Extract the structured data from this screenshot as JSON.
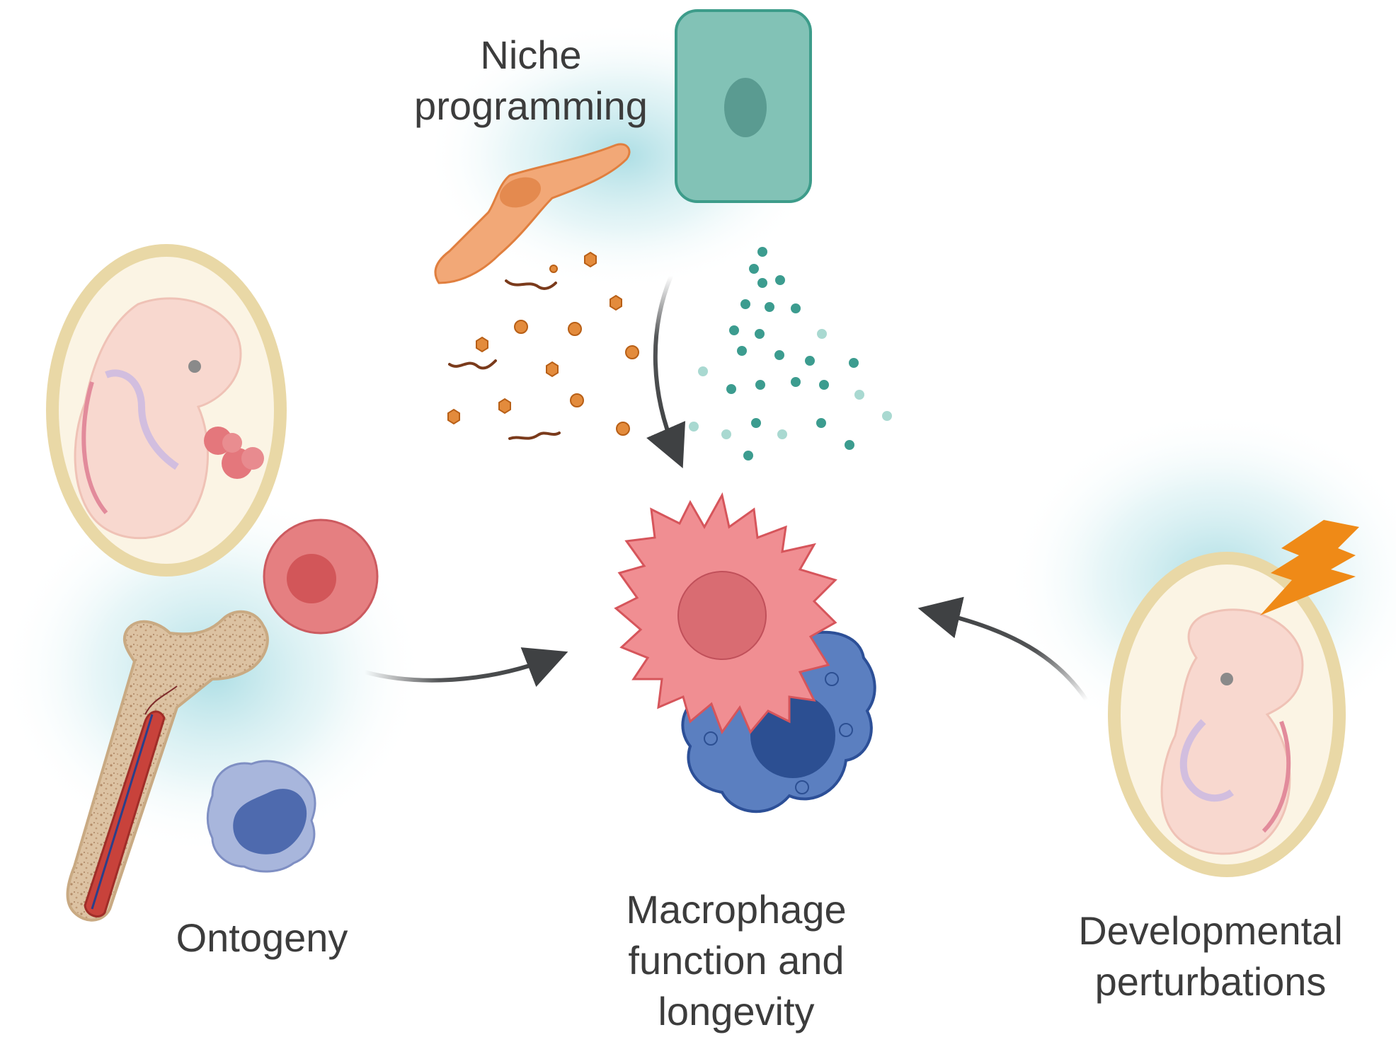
{
  "labels": {
    "niche": [
      "Niche",
      "programming"
    ],
    "ontogeny": "Ontogeny",
    "macrophage": [
      "Macrophage",
      "function and",
      "longevity"
    ],
    "developmental": [
      "Developmental",
      "perturbations"
    ]
  },
  "icons": [
    "embryo-in-egg-icon",
    "bone-marrow-icon",
    "monocyte-icon",
    "erythroid-progenitor-icon",
    "fibroblast-cell-icon",
    "epithelial-cell-icon",
    "signal-molecules-icon",
    "macrophage-icon",
    "lightning-bolt-icon"
  ],
  "colors": {
    "text": "#3c3c3c",
    "arrow": "#3f4143",
    "glow": "#a8dce3",
    "macrophage": "#ef8386",
    "monocyte": "#4e72b2",
    "fibroblast": "#f2a877",
    "epithelial": "#82c2b6",
    "lightning": "#ef8a17"
  }
}
